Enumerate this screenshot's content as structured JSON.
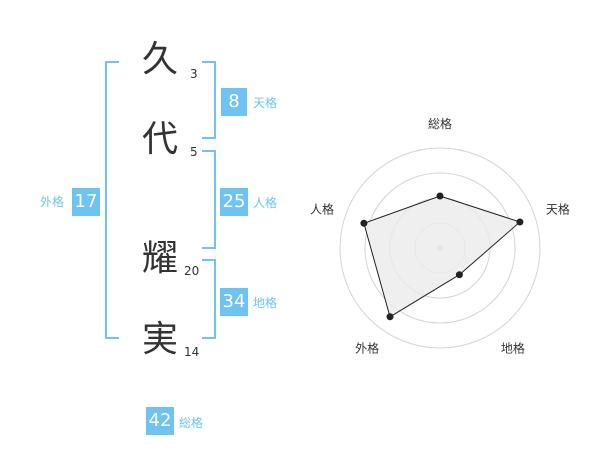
{
  "name": {
    "chars": [
      {
        "char": "久",
        "strokes": "3"
      },
      {
        "char": "代",
        "strokes": "5"
      },
      {
        "char": "耀",
        "strokes": "20"
      },
      {
        "char": "実",
        "strokes": "14"
      }
    ]
  },
  "kakusu": {
    "tenkaku": {
      "value": "8",
      "label": "天格"
    },
    "jinkaku": {
      "value": "25",
      "label": "人格"
    },
    "chikaku": {
      "value": "34",
      "label": "地格"
    },
    "gaikaku": {
      "value": "17",
      "label": "外格"
    },
    "soukaku": {
      "value": "42",
      "label": "総格"
    }
  },
  "chart_data": {
    "type": "radar",
    "axes": [
      "総格",
      "天格",
      "地格",
      "外格",
      "人格"
    ],
    "values": [
      0.52,
      0.84,
      0.33,
      0.85,
      0.8
    ],
    "range": [
      0,
      1
    ],
    "grid_rings": 4,
    "colors": {
      "fill": "#ebebeb",
      "line": "#222222",
      "grid": "#d4d4d4",
      "accent": "#6fc3f0"
    }
  }
}
